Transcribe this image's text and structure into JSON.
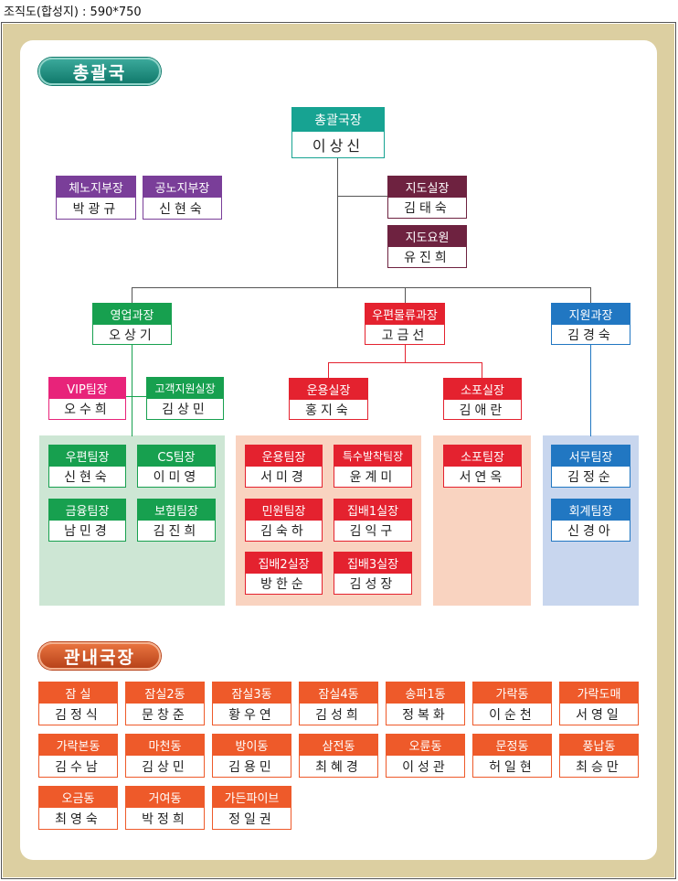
{
  "caption": "조직도(합성지) : 590*750",
  "sections": {
    "hq": "총괄국",
    "district": "관내국장"
  },
  "colors": {
    "teal": "#17a392",
    "purple": "#7a3e99",
    "maroon": "#6e2240",
    "green": "#17a04f",
    "red": "#e4222f",
    "blue": "#2177c2",
    "pink": "#e8237a",
    "orange": "#ee5a2a",
    "bg_green": "#cde6d4",
    "bg_salmon": "#f9d3c0",
    "bg_blue": "#c8d6ee"
  },
  "hq": {
    "director": {
      "title": "총괄국장",
      "name": "이상신"
    },
    "deputy1": {
      "title": "체노지부장",
      "name": "박광규"
    },
    "deputy2": {
      "title": "공노지부장",
      "name": "신현숙"
    },
    "guidance_chief": {
      "title": "지도실장",
      "name": "김태숙"
    },
    "guidance_staff": {
      "title": "지도요원",
      "name": "유진희"
    },
    "sales": {
      "title": "영업과장",
      "name": "오상기"
    },
    "postal": {
      "title": "우편물류과장",
      "name": "고금선"
    },
    "support": {
      "title": "지원과장",
      "name": "김경숙"
    },
    "vip": {
      "title": "VIP팀장",
      "name": "오수희"
    },
    "customer": {
      "title": "고객지원실장",
      "name": "김상민"
    },
    "operations": {
      "title": "운용실장",
      "name": "홍지숙"
    },
    "parcel": {
      "title": "소포실장",
      "name": "김애란"
    },
    "mail_team": {
      "title": "우편팀장",
      "name": "신현숙"
    },
    "cs_team": {
      "title": "CS팀장",
      "name": "이미영"
    },
    "finance_team": {
      "title": "금융팀장",
      "name": "남민경"
    },
    "insurance_team": {
      "title": "보험팀장",
      "name": "김진희"
    },
    "ops_team": {
      "title": "운용팀장",
      "name": "서미경"
    },
    "special_team": {
      "title": "특수발착팀장",
      "name": "윤계미"
    },
    "civil_team": {
      "title": "민원팀장",
      "name": "김숙하"
    },
    "delivery1": {
      "title": "집배1실장",
      "name": "김익구"
    },
    "delivery2": {
      "title": "집배2실장",
      "name": "방한순"
    },
    "delivery3": {
      "title": "집배3실장",
      "name": "김성장"
    },
    "parcel_team": {
      "title": "소포팀장",
      "name": "서연옥"
    },
    "admin_team": {
      "title": "서무팀장",
      "name": "김정순"
    },
    "account_team": {
      "title": "회계팀장",
      "name": "신경아"
    }
  },
  "district": [
    {
      "title": "잠 실",
      "name": "김정식"
    },
    {
      "title": "잠실2동",
      "name": "문창준"
    },
    {
      "title": "잠실3동",
      "name": "황우연"
    },
    {
      "title": "잠실4동",
      "name": "김성희"
    },
    {
      "title": "송파1동",
      "name": "정복화"
    },
    {
      "title": "가락동",
      "name": "이순천"
    },
    {
      "title": "가락도매",
      "name": "서영일"
    },
    {
      "title": "가락본동",
      "name": "김수남"
    },
    {
      "title": "마천동",
      "name": "김상민"
    },
    {
      "title": "방이동",
      "name": "김용민"
    },
    {
      "title": "삼전동",
      "name": "최혜경"
    },
    {
      "title": "오륜동",
      "name": "이성관"
    },
    {
      "title": "문정동",
      "name": "허일현"
    },
    {
      "title": "풍납동",
      "name": "최승만"
    },
    {
      "title": "오금동",
      "name": "최영숙"
    },
    {
      "title": "거여동",
      "name": "박정희"
    },
    {
      "title": "가든파이브",
      "name": "정일권"
    }
  ]
}
